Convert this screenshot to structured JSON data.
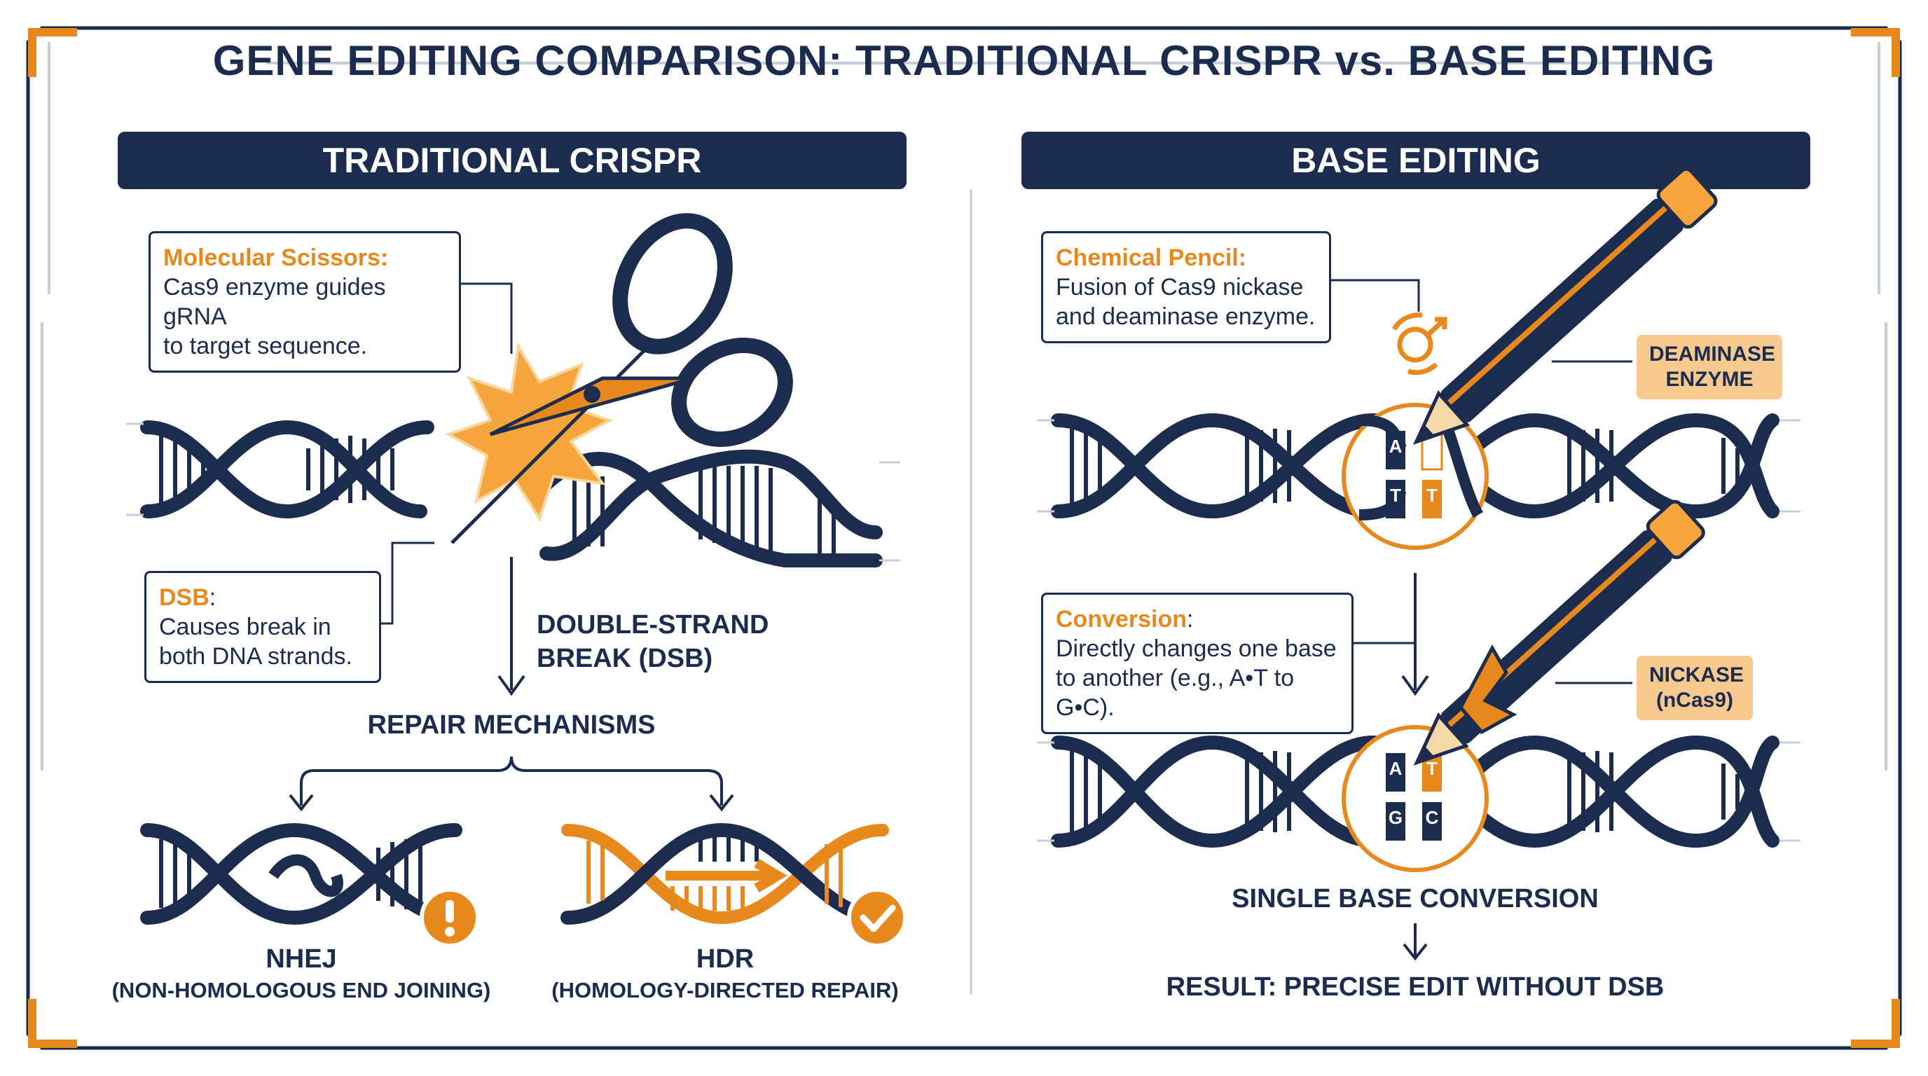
{
  "title": "GENE EDITING COMPARISON: TRADITIONAL CRISPR vs. BASE EDITING",
  "colors": {
    "navy": "#1b2c4e",
    "orange": "#e8891e",
    "light_orange": "#f7c98f"
  },
  "left": {
    "banner": "TRADITIONAL CRISPR",
    "scissors_callout": {
      "heading": "Molecular Scissors:",
      "line1": "Cas9 enzyme guides gRNA",
      "line2": "to target sequence."
    },
    "dsb_callout": {
      "heading": "DSB",
      "colon": ":",
      "line1": "Causes break in",
      "line2": "both DNA strands."
    },
    "dsb_label": {
      "line1": "DOUBLE-STRAND",
      "line2": "BREAK (DSB)"
    },
    "repair_label": "REPAIR MECHANISMS",
    "nhej": {
      "name": "NHEJ",
      "full": "(NON-HOMOLOGOUS END JOINING)",
      "icon": "warning-icon"
    },
    "hdr": {
      "name": "HDR",
      "full": "(HOMOLOGY-DIRECTED REPAIR)",
      "icon": "checkmark-icon"
    }
  },
  "right": {
    "banner": "BASE EDITING",
    "pencil_callout": {
      "heading": "Chemical Pencil:",
      "line1": "Fusion of Cas9 nickase",
      "line2": "and deaminase enzyme."
    },
    "deaminase_tag": {
      "line1": "DEAMINASE",
      "line2": "ENZYME"
    },
    "conversion_callout": {
      "heading": "Conversion",
      "colon": ":",
      "line1": "Directly changes one base",
      "line2": "to another (e.g., A•T to G•C)."
    },
    "nickase_tag": {
      "line1": "NICKASE",
      "line2": "(nCas9)"
    },
    "top_bases": {
      "top_left": "A",
      "bottom_left": "T",
      "bottom_right": "T"
    },
    "bottom_bases": {
      "top_left": "A",
      "top_right": "T",
      "bottom_left": "G",
      "bottom_right": "C"
    },
    "conversion_label": "SINGLE BASE CONVERSION",
    "result_label": "RESULT: PRECISE EDIT WITHOUT DSB"
  }
}
